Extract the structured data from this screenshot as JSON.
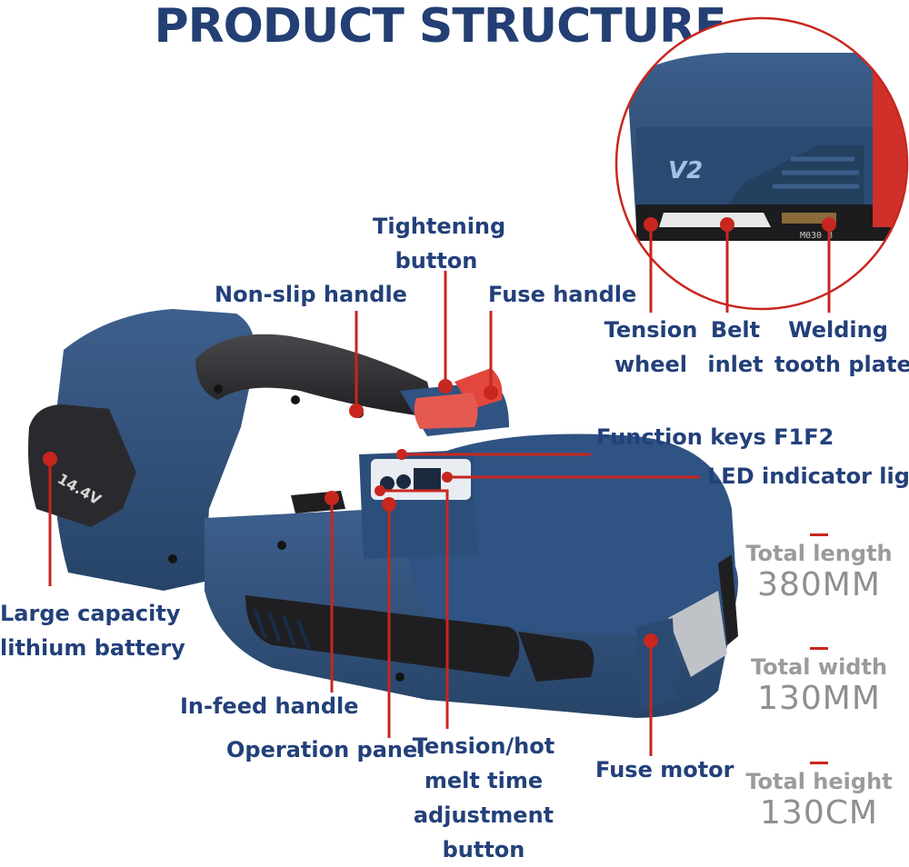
{
  "title": "PRODUCT STRUCTURE",
  "labels": {
    "tightening_button": [
      "Tightening",
      "button"
    ],
    "non_slip_handle": "Non-slip handle",
    "fuse_handle": "Fuse handle",
    "tension_wheel": [
      "Tension",
      "wheel"
    ],
    "belt_inlet": [
      "Belt",
      "inlet"
    ],
    "welding_tooth_plate": [
      "Welding",
      "tooth plate"
    ],
    "function_keys": "Function keys F1F2",
    "led_indicator": "LED indicator light",
    "battery": [
      "Large capacity",
      "lithium battery"
    ],
    "infeed_handle": "In-feed handle",
    "operation_panel": "Operation panel",
    "tension_button": [
      "Tension/hot",
      "melt time",
      "adjustment",
      "button"
    ],
    "fuse_motor": "Fuse motor"
  },
  "device": {
    "battery_voltage": "14.4V",
    "inset_logo": "V2",
    "inset_code": "M030 8"
  },
  "specs": [
    {
      "name": "Total length",
      "value": "380MM"
    },
    {
      "name": "Total width",
      "value": "130MM"
    },
    {
      "name": "Total height",
      "value": "130CM"
    }
  ],
  "colors": {
    "label_text": "#23407a",
    "leader_line": "#c8261f",
    "body_blue": "#2f4f79",
    "grip_dark": "#2b2b2e",
    "button_red": "#e2463c"
  }
}
